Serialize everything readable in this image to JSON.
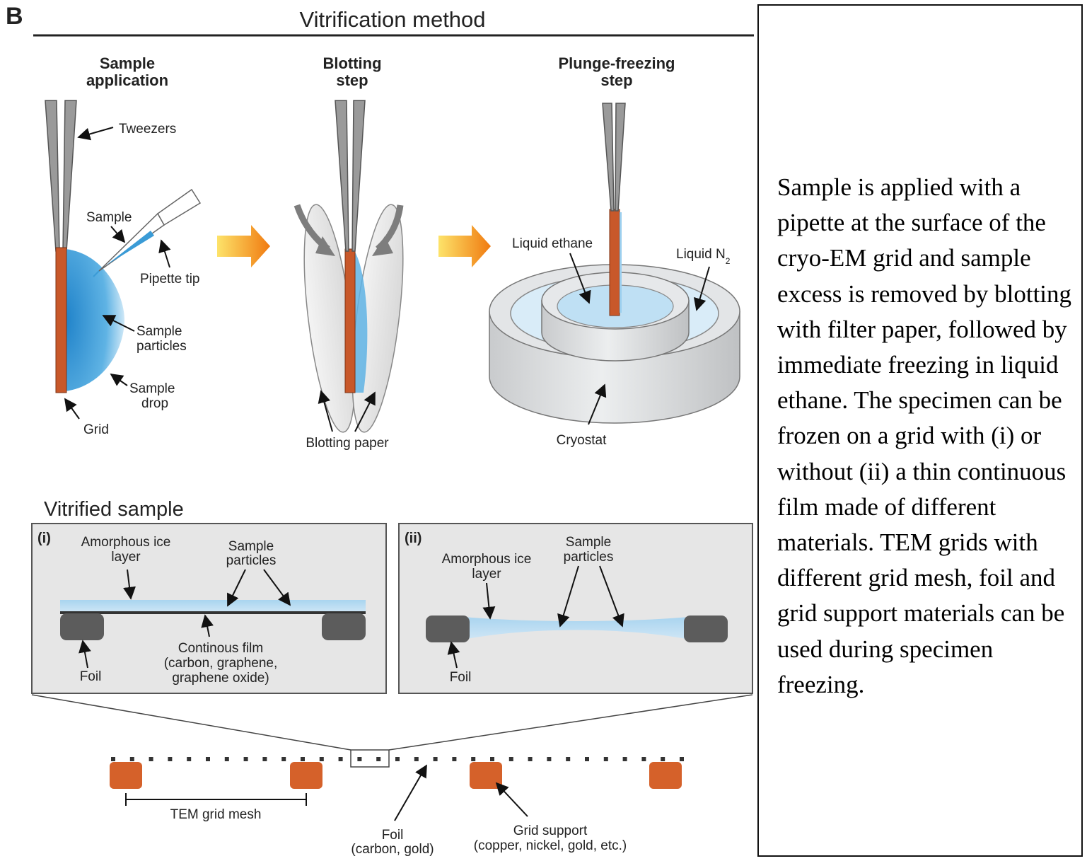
{
  "panel_letter": "B",
  "title": "Vitrification method",
  "steps": {
    "application": {
      "line1": "Sample",
      "line2": "application"
    },
    "blotting": {
      "line1": "Blotting",
      "line2": "step"
    },
    "plunge": {
      "line1": "Plunge-freezing",
      "line2": "step"
    }
  },
  "labels": {
    "tweezers": "Tweezers",
    "sample": "Sample",
    "pipette_tip": "Pipette tip",
    "sample_particles_1": "Sample",
    "sample_particles_2": "particles",
    "sample_drop_1": "Sample",
    "sample_drop_2": "drop",
    "grid": "Grid",
    "blotting_paper": "Blotting paper",
    "liquid_ethane": "Liquid ethane",
    "liquid_n2": "Liquid N",
    "liquid_n2_sub": "2",
    "cryostat": "Cryostat"
  },
  "vitrified": {
    "heading": "Vitrified sample",
    "panel_i": {
      "tag": "(i)",
      "ice_1": "Amorphous ice",
      "ice_2": "layer",
      "particles_1": "Sample",
      "particles_2": "particles",
      "film_1": "Continous film",
      "film_2": "(carbon, graphene,",
      "film_3": "graphene oxide)",
      "foil": "Foil"
    },
    "panel_ii": {
      "tag": "(ii)",
      "ice_1": "Amorphous ice",
      "ice_2": "layer",
      "particles_1": "Sample",
      "particles_2": "particles",
      "foil": "Foil"
    }
  },
  "grid_section": {
    "mesh": "TEM grid mesh",
    "foil_1": "Foil",
    "foil_2": "(carbon, gold)",
    "support_1": "Grid support",
    "support_2": "(copper, nickel, gold, etc.)"
  },
  "caption": "Sample is applied with a pipette at the surface of the cryo-EM grid and sample excess is removed by blotting with filter paper, followed by immediate freezing in liquid ethane. The specimen can be frozen on a grid with (i) or without (ii) a thin continuous film made of different materials. TEM grids with different grid mesh, foil and grid support materials can be used during specimen freezing.",
  "colors": {
    "grid_orange": "#c8582a",
    "sample_blue": "#3a9bd6",
    "arrow_orange": "#f4a018",
    "foil_gray": "#5c5c5c",
    "panel_bg": "#e6e6e6"
  }
}
